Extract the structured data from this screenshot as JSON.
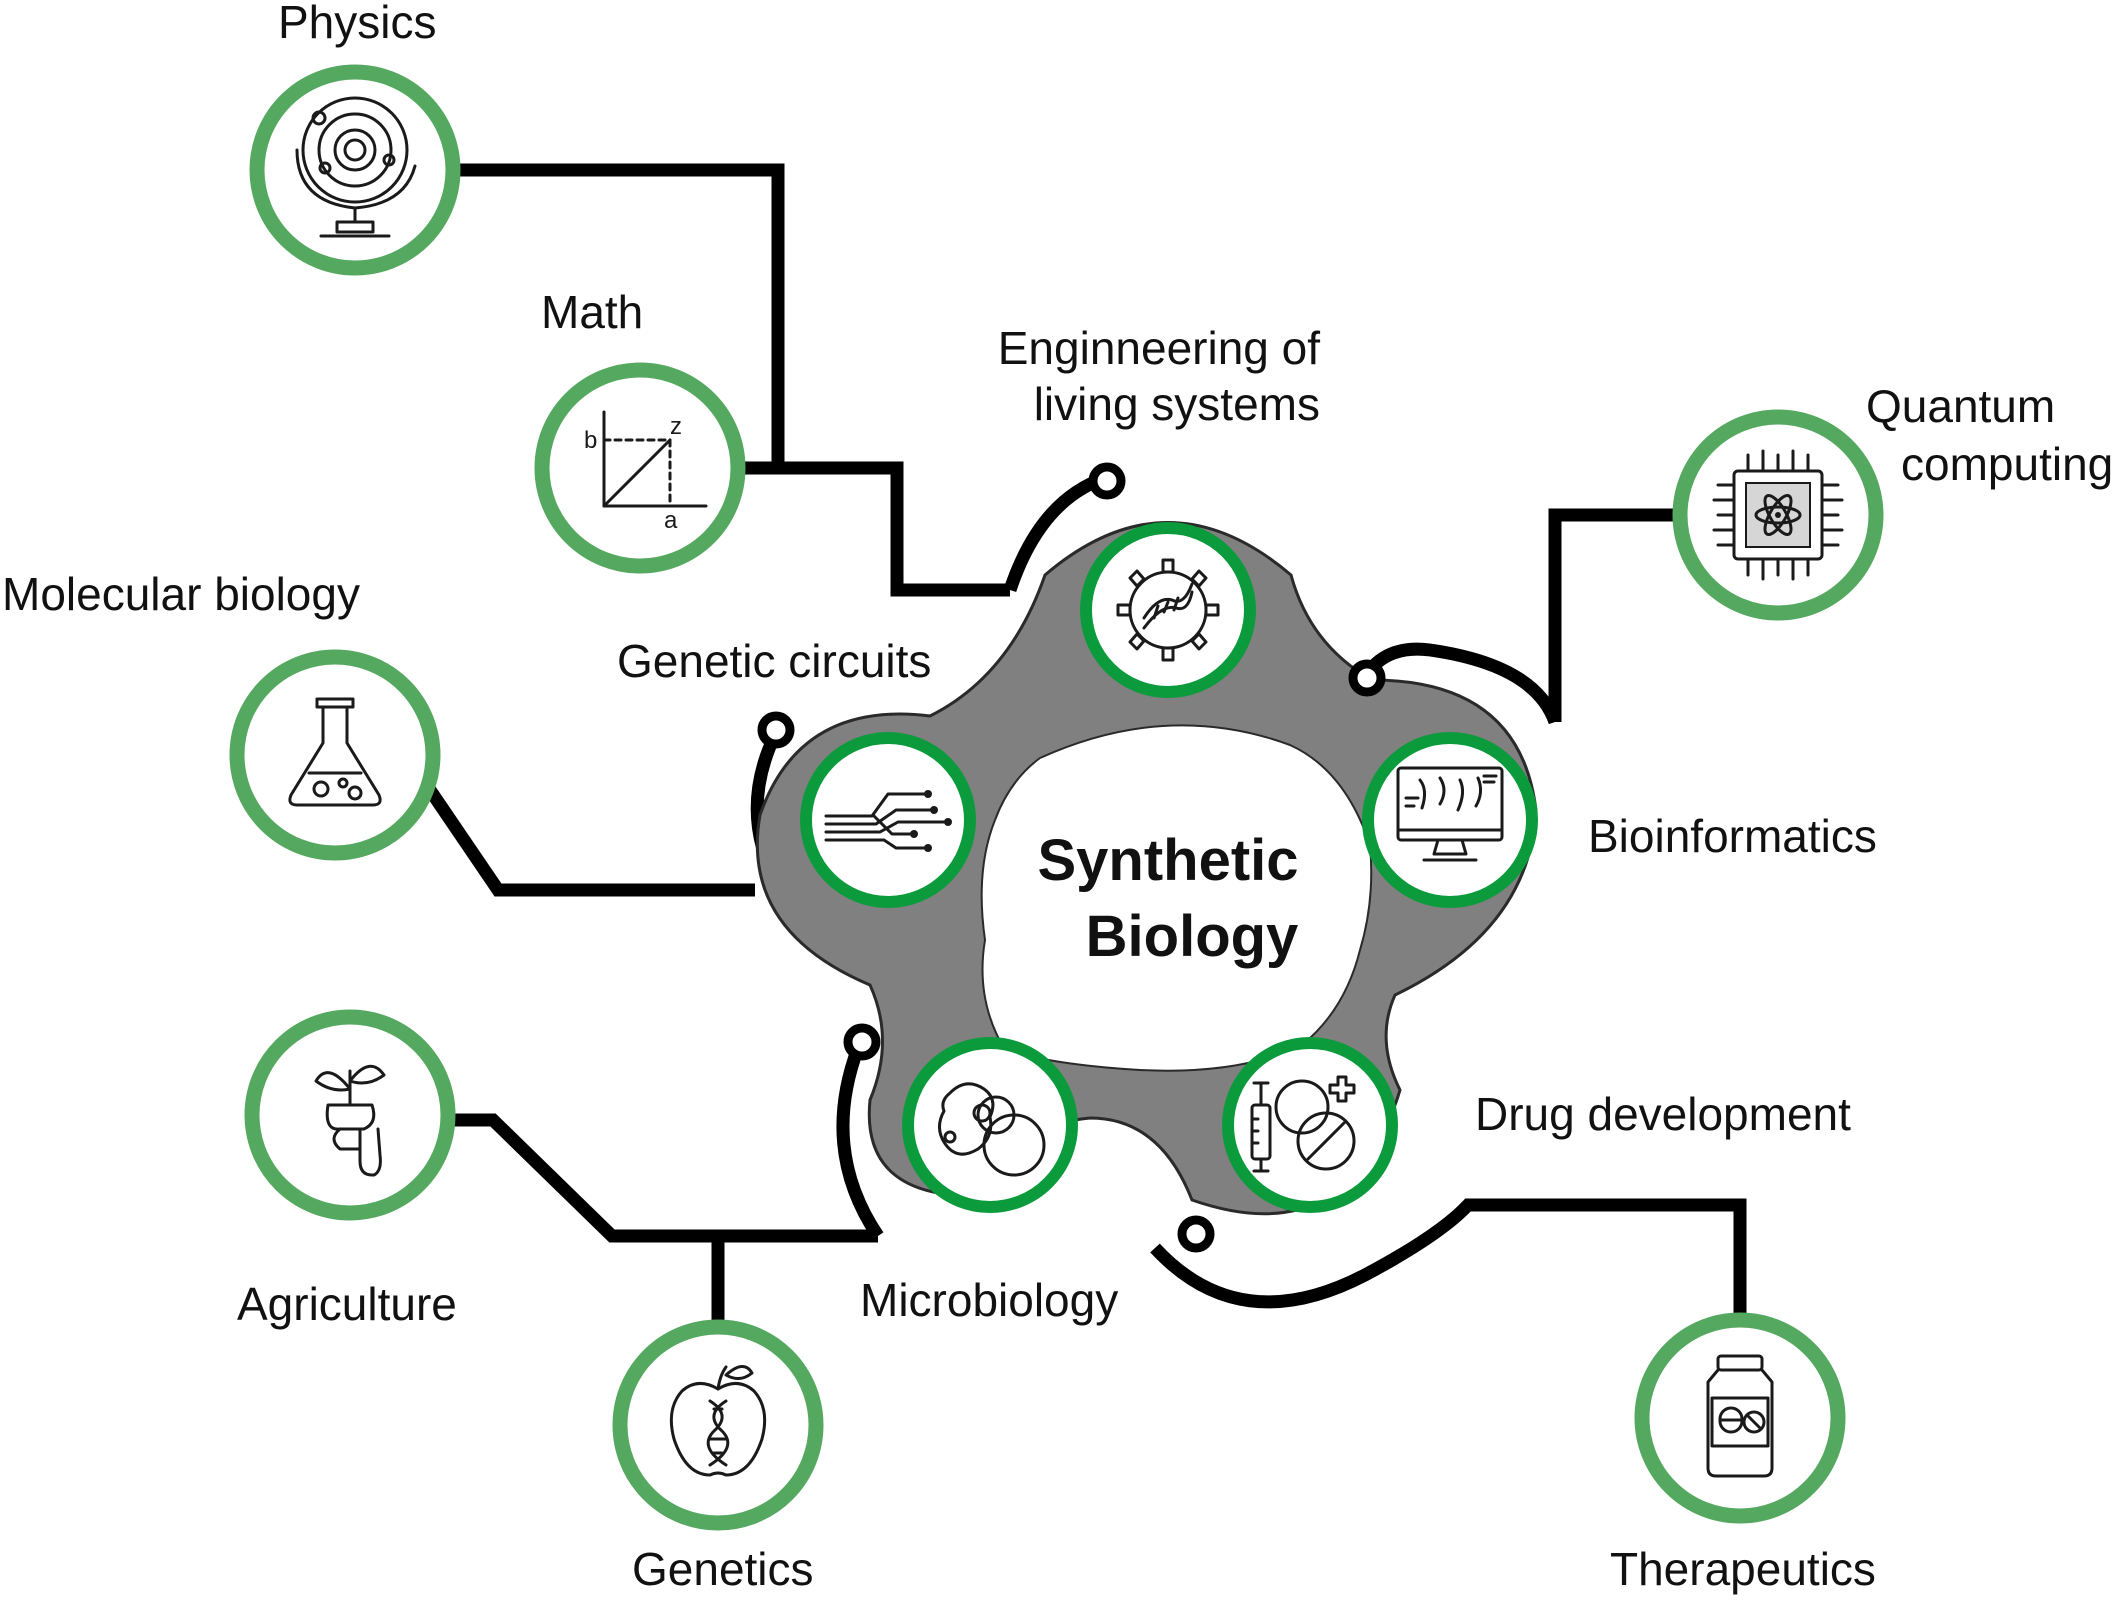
{
  "title": {
    "line1": "Synthetic",
    "line2": "Biology"
  },
  "colors": {
    "outer_ring": "#55a85f",
    "inner_ring": "#0b9a3c",
    "hub": "#808080",
    "wire": "#000000"
  },
  "inner_nodes": [
    {
      "id": "engineering",
      "line1": "Enginneering of",
      "line2": "living systems",
      "icon": "dna-gear-icon"
    },
    {
      "id": "bioinformatics",
      "label": "Bioinformatics",
      "icon": "computer-monitor-icon"
    },
    {
      "id": "drug-development",
      "label": "Drug development",
      "icon": "syringe-pill-icon"
    },
    {
      "id": "microbiology",
      "label": "Microbiology",
      "icon": "cells-icon"
    },
    {
      "id": "genetic-circuits",
      "label": "Genetic circuits",
      "icon": "circuit-icon"
    }
  ],
  "outer_nodes": [
    {
      "id": "physics",
      "label": "Physics",
      "icon": "orbit-globe-icon"
    },
    {
      "id": "math",
      "label": "Math",
      "icon": "graph-axes-icon",
      "glyphs": {
        "b": "b",
        "z": "z",
        "a": "a"
      }
    },
    {
      "id": "quantum",
      "line1": "Quantum",
      "line2": "computing",
      "icon": "quantum-chip-icon"
    },
    {
      "id": "molecular-biology",
      "label": "Molecular biology",
      "icon": "flask-icon"
    },
    {
      "id": "agriculture",
      "label": "Agriculture",
      "icon": "sprout-hand-icon"
    },
    {
      "id": "genetics",
      "label": "Genetics",
      "icon": "apple-dna-icon"
    },
    {
      "id": "therapeutics",
      "label": "Therapeutics",
      "icon": "pill-bottle-icon"
    }
  ]
}
